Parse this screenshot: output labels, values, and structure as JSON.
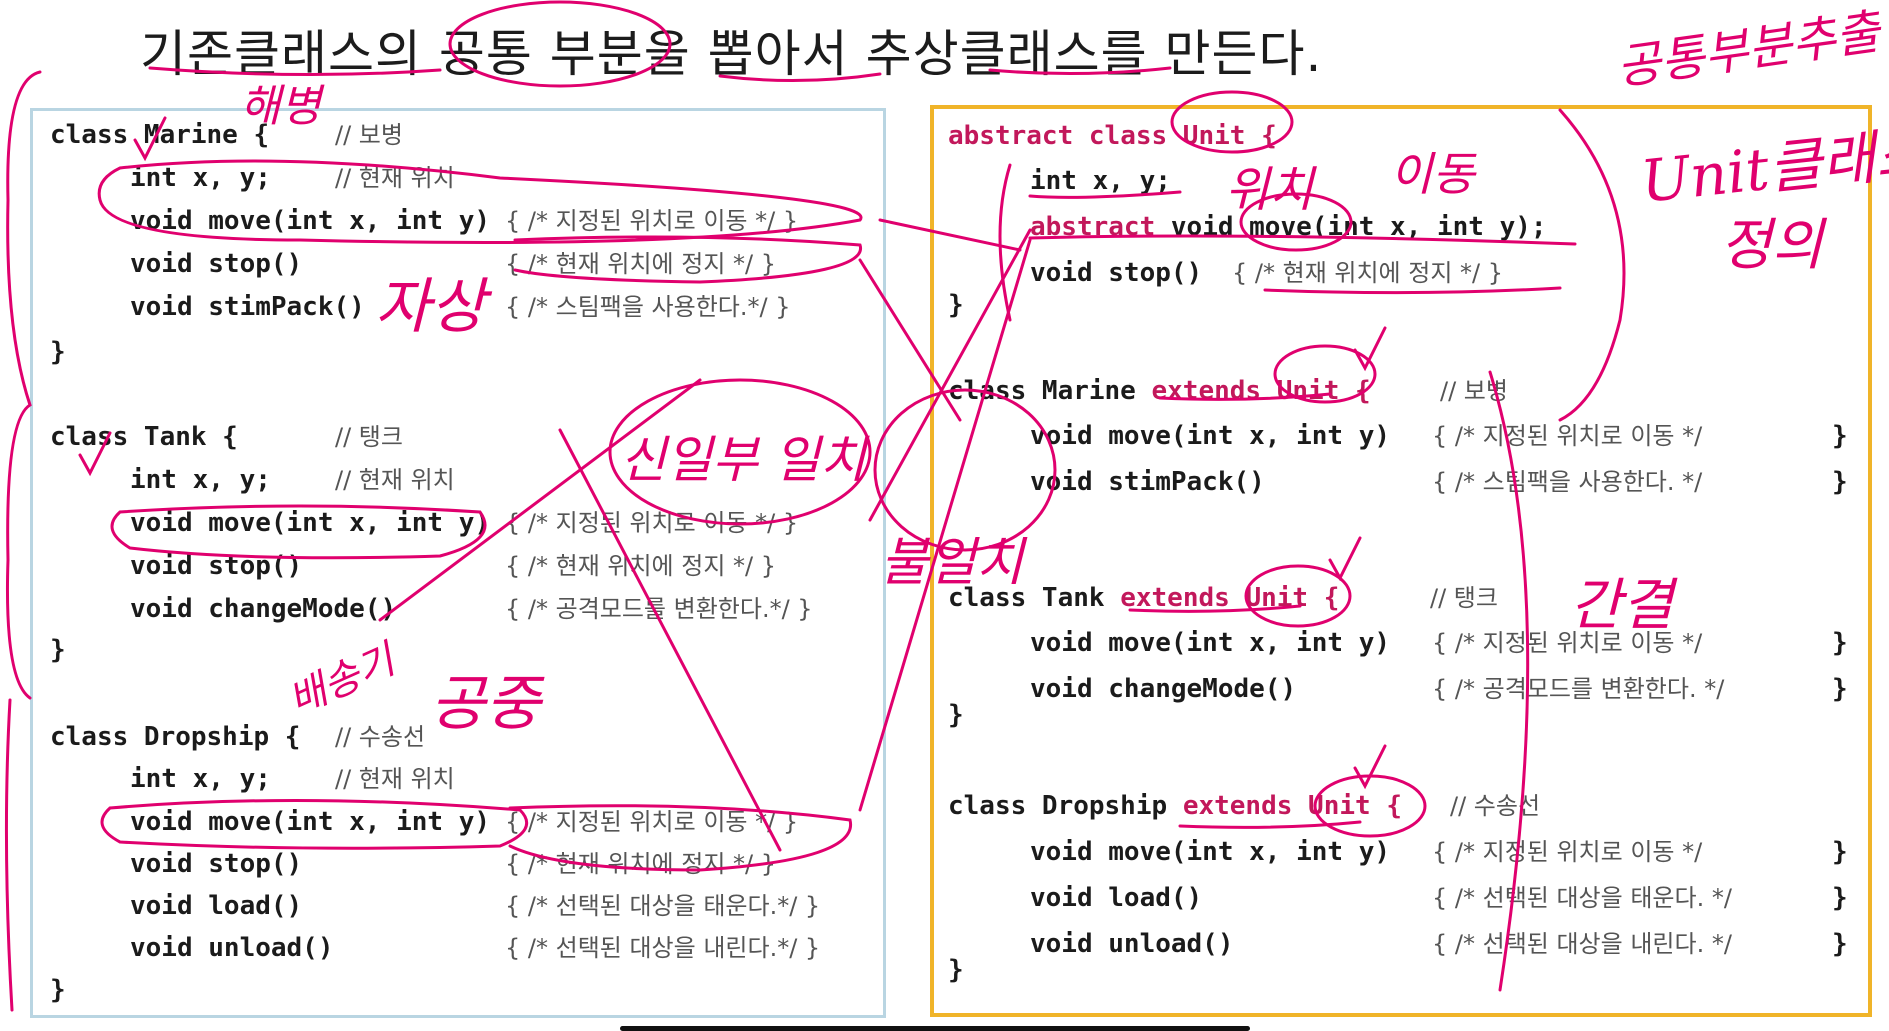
{
  "title": "기존클래스의 공통 부분을 뽑아서 추상클래스를 만든다.",
  "left": {
    "marine": {
      "header": "class Marine {",
      "header_comment": "// 보병",
      "fields": "int x, y;",
      "fields_comment": "// 현재 위치",
      "methods": [
        {
          "sig": "void move(int x, int y)",
          "body": "{ /* 지정된 위치로 이동 */ }"
        },
        {
          "sig": "void stop()",
          "body": "{ /* 현재 위치에 정지 */ }"
        },
        {
          "sig": "void stimPack()",
          "body": "{ /* 스팀팩을 사용한다.*/ }"
        }
      ],
      "close": "}"
    },
    "tank": {
      "header": "class Tank {",
      "header_comment": "// 탱크",
      "fields": "int x, y;",
      "fields_comment": "// 현재 위치",
      "methods": [
        {
          "sig": "void move(int x, int y)",
          "body": "{ /* 지정된 위치로 이동 */ }"
        },
        {
          "sig": "void stop()",
          "body": "{ /* 현재 위치에 정지 */ }"
        },
        {
          "sig": "void changeMode()",
          "body": "{ /* 공격모드를 변환한다.*/ }"
        }
      ],
      "close": "}"
    },
    "dropship": {
      "header": "class Dropship {",
      "header_comment": "// 수송선",
      "fields": "int x, y;",
      "fields_comment": "// 현재 위치",
      "methods": [
        {
          "sig": "void move(int x, int y)",
          "body": "{ /* 지정된 위치로 이동 */ }"
        },
        {
          "sig": "void stop()",
          "body": "{ /* 현재 위치에 정지 */ }"
        },
        {
          "sig": "void load()",
          "body": "{ /* 선택된 대상을 태운다.*/ }"
        },
        {
          "sig": "void unload()",
          "body": "{ /* 선택된 대상을 내린다.*/ }"
        }
      ],
      "close": "}"
    }
  },
  "right": {
    "unit": {
      "header_kw": "abstract",
      "header_rest": "class Unit {",
      "fields": "int x, y;",
      "abstract_kw": "abstract",
      "abstract_method": "void move(int x, int y);",
      "stop_sig": "void stop()",
      "stop_body": "{ /* 현재 위치에 정지 */ }",
      "close": "}"
    },
    "marine": {
      "head": "class Marine",
      "extends": "extends",
      "parent": "Unit {",
      "comment": "// 보병",
      "methods": [
        {
          "sig": "void move(int x, int y)",
          "body": "{ /* 지정된 위치로 이동 */",
          "end": "}"
        },
        {
          "sig": "void stimPack()",
          "body": "{ /* 스팀팩을 사용한다. */",
          "end": "}"
        }
      ],
      "close": "}"
    },
    "tank": {
      "head": "class Tank",
      "extends": "extends",
      "parent": "Unit {",
      "comment": "// 탱크",
      "methods": [
        {
          "sig": "void move(int x, int y)",
          "body": "{ /* 지정된 위치로 이동 */",
          "end": "}"
        },
        {
          "sig": "void changeMode()",
          "body": "{ /* 공격모드를 변환한다. */",
          "end": "}"
        }
      ],
      "close": "}"
    },
    "dropship": {
      "head": "class Dropship",
      "extends": "extends",
      "parent": "Unit {",
      "comment": "// 수송선",
      "methods": [
        {
          "sig": "void move(int x, int y)",
          "body": "{ /* 지정된 위치로 이동 */",
          "end": "}"
        },
        {
          "sig": "void load()",
          "body": "{ /* 선택된 대상을 태운다. */",
          "end": "}"
        },
        {
          "sig": "void unload()",
          "body": "{ /* 선택된 대상을 내린다. */",
          "end": "}"
        }
      ],
      "close": "}"
    }
  },
  "annotations": {
    "haebyeong": "해병",
    "jasang": "자상",
    "baetsong": "배송기",
    "gonggong": "공중",
    "sinbubun": "신일부 일치",
    "bulilchi": "불일치",
    "gongtong_note": "공통부분추출",
    "unit_class": "Unit클래스",
    "jeongui": "정의",
    "wichi": "위치",
    "idong": "이동",
    "ganggyeol": "간결"
  },
  "colors": {
    "ink": "#e0006e",
    "left_border": "#b9d5e2",
    "right_border": "#f0b429",
    "keyword": "#c2185b"
  }
}
